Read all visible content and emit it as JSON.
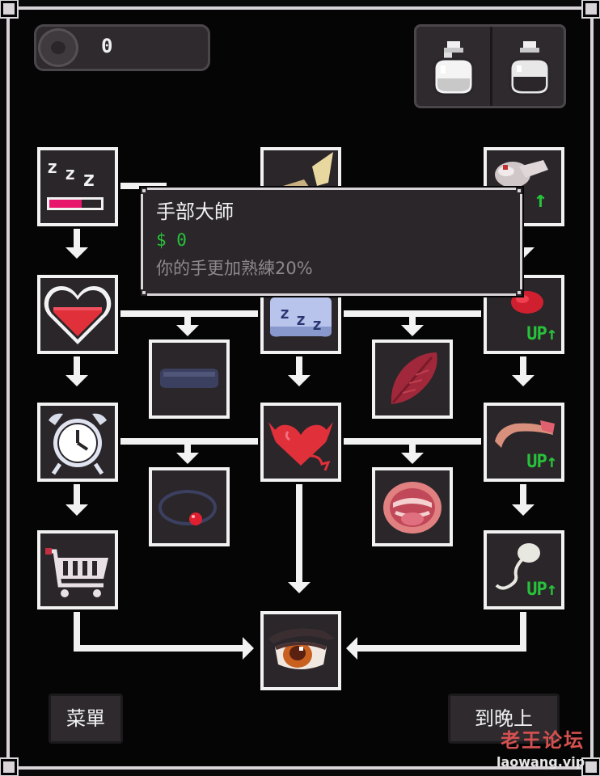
{
  "hud": {
    "currency_icon": "eye-coin-icon",
    "currency_value": "0",
    "potions": [
      {
        "icon": "white-potion-icon",
        "fill": "#e8e8e8"
      },
      {
        "icon": "dark-potion-icon",
        "fill": "#2a262a"
      }
    ]
  },
  "skill_tree": {
    "nodes": [
      {
        "id": "sleep-meter",
        "icon": "zzz-energy-bar-icon",
        "upgradable": false
      },
      {
        "id": "top-center",
        "icon": "hand-item-icon",
        "upgradable": false
      },
      {
        "id": "hand-skill",
        "icon": "hand-up-icon",
        "upgradable": true
      },
      {
        "id": "heart-fill",
        "icon": "filled-heart-icon",
        "upgradable": false
      },
      {
        "id": "sleep-pillow",
        "icon": "pillow-zzz-icon",
        "upgradable": false
      },
      {
        "id": "heart-up",
        "icon": "red-heart-up-icon",
        "upgradable": true
      },
      {
        "id": "blindfold",
        "icon": "blindfold-icon",
        "upgradable": false
      },
      {
        "id": "feather",
        "icon": "red-feather-icon",
        "upgradable": false
      },
      {
        "id": "alarm-clock",
        "icon": "alarm-clock-icon",
        "upgradable": false
      },
      {
        "id": "devil-heart",
        "icon": "devil-heart-icon",
        "upgradable": false
      },
      {
        "id": "tongue-up",
        "icon": "tongue-up-icon",
        "upgradable": true
      },
      {
        "id": "ball-gag",
        "icon": "ball-gag-icon",
        "upgradable": false
      },
      {
        "id": "mouth",
        "icon": "mouth-icon",
        "upgradable": false
      },
      {
        "id": "shopping-cart",
        "icon": "shopping-cart-icon",
        "upgradable": false
      },
      {
        "id": "sperm-up",
        "icon": "sperm-up-icon",
        "upgradable": true
      },
      {
        "id": "eye-final",
        "icon": "eye-icon",
        "upgradable": false
      }
    ],
    "up_label": "UP↑"
  },
  "tooltip": {
    "title": "手部大師",
    "cost": "$ 0",
    "description": "你的手更加熟練20%"
  },
  "buttons": {
    "menu": "菜單",
    "to_night": "到晚上"
  },
  "watermark": {
    "title": "老王论坛",
    "url": "laowang.vip"
  },
  "colors": {
    "node_bg": "#2a262a",
    "node_border": "#f2f2f2",
    "up_green": "#27c23a",
    "heart_red": "#e0303a"
  }
}
